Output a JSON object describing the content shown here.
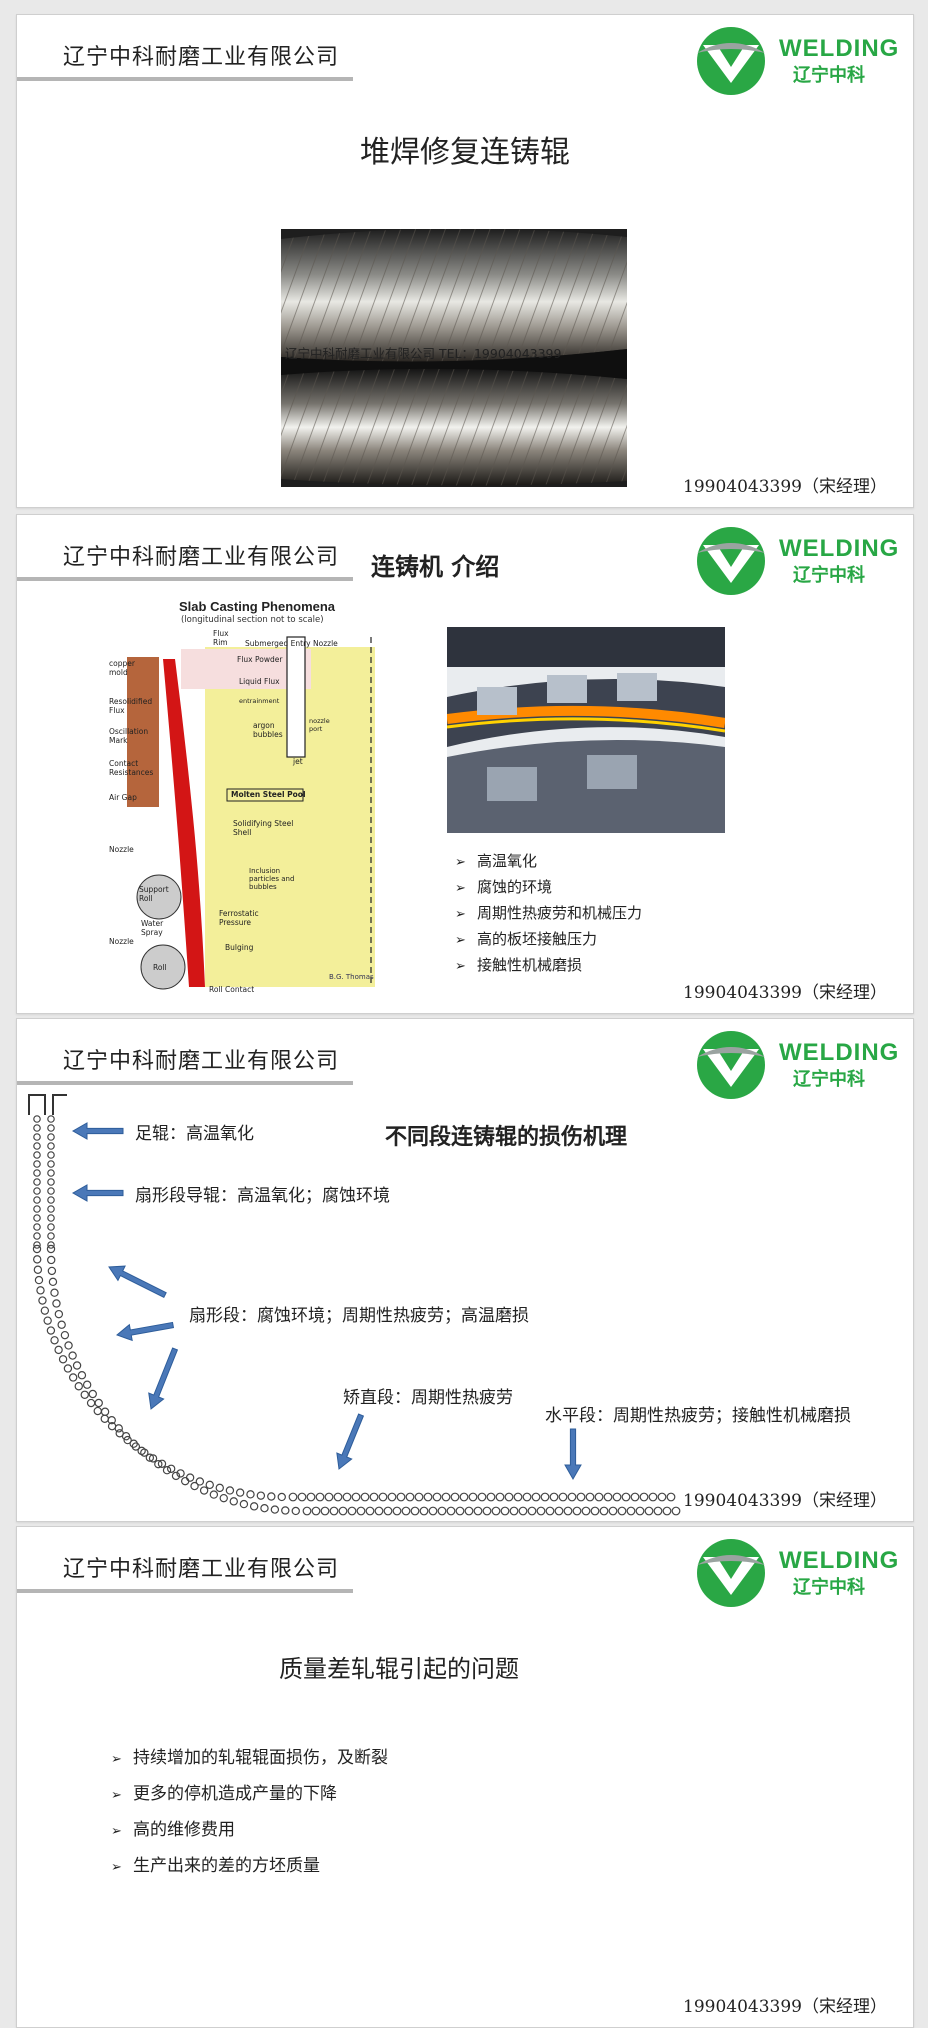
{
  "header": {
    "company": "辽宁中科耐磨工业有限公司",
    "logo_word": "WELDING",
    "logo_cn": "辽宁中科"
  },
  "contact": "19904043399（宋经理）",
  "colors": {
    "brand_green": "#2aa745",
    "molten_red": "#d31515",
    "steel_yellow": "#f3ef9a",
    "mold_brown": "#b5653c"
  },
  "slide1": {
    "title": "堆焊修复连铸辊",
    "watermark": "辽宁中科耐磨工业有限公司 TEL：19904043399"
  },
  "slide2": {
    "title": "连铸机 介绍",
    "diagram": {
      "title": "Slab Casting Phenomena",
      "subtitle": "(longitudinal section not to scale)",
      "labels": {
        "flux_rim": "Flux Rim",
        "nozzle_top": "Submerged Entry Nozzle",
        "flux_powder": "Flux Powder",
        "liquid_flux": "Liquid Flux",
        "copper_mold": "copper mold",
        "resolidified": "Resolidified Flux",
        "oscillation": "Oscillation Mark",
        "contact": "Contact Resistances",
        "air_gap": "Air Gap",
        "nozzle": "Nozzle",
        "support_roll": "Support Roll",
        "water_spray": "Water Spray",
        "nozzle2": "Nozzle",
        "roll": "Roll",
        "entrainment": "entrainment",
        "argon": "argon bubbles",
        "nozzle_port": "nozzle port",
        "jet": "jet",
        "pool": "Molten Steel Pool",
        "shell": "Solidifying Steel Shell",
        "inclusion": "Inclusion particles and bubbles",
        "ferrostatic": "Ferrostatic Pressure",
        "bulging": "Bulging",
        "roll_contact": "Roll Contact",
        "credit": "B.G. Thomas"
      }
    },
    "bullets": [
      "高温氧化",
      "腐蚀的环境",
      "周期性热疲劳和机械压力",
      "高的板坯接触压力",
      "接触性机械磨损"
    ]
  },
  "slide3": {
    "title": "不同段连铸辊的损伤机理",
    "labels": {
      "foot": "足辊：高温氧化",
      "guide": "扇形段导辊：高温氧化；腐蚀环境",
      "sector": "扇形段：腐蚀环境；周期性热疲劳；高温磨损",
      "straight": "矫直段：周期性热疲劳",
      "horizontal": "水平段：周期性热疲劳；接触性机械磨损"
    }
  },
  "slide4": {
    "title": "质量差轧辊引起的问题",
    "bullets": [
      "持续增加的轧辊辊面损伤，及断裂",
      "更多的停机造成产量的下降",
      "高的维修费用",
      "生产出来的差的方坯质量"
    ]
  }
}
